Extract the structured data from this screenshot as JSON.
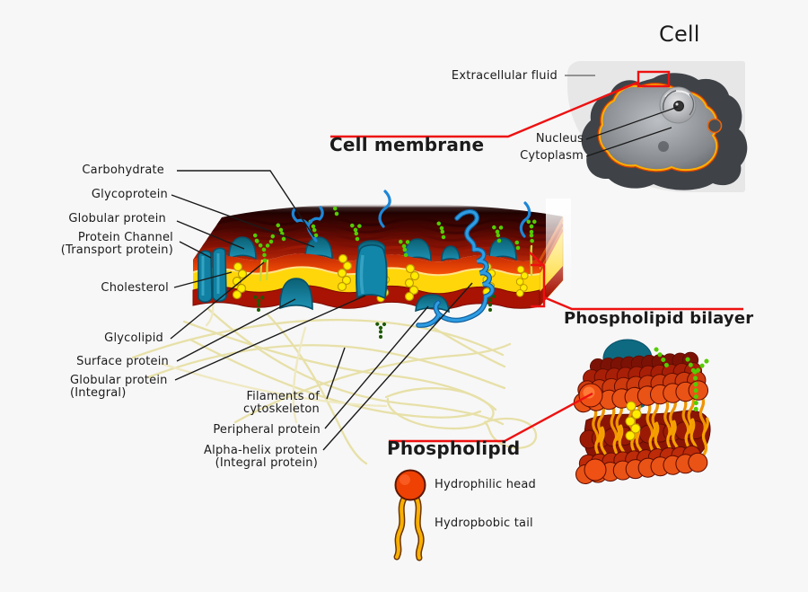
{
  "cell_inset": {
    "title": "Cell",
    "extracellular_fluid": "Extracellular fluid",
    "nucleus": "Nucleus",
    "cytoplasm": "Cytoplasm"
  },
  "headings": {
    "cell_membrane": "Cell membrane",
    "phospholipid_bilayer": "Phospholipid bilayer",
    "phospholipid": "Phospholipid"
  },
  "membrane_labels": {
    "carbohydrate": "Carbohydrate",
    "glycoprotein": "Glycoprotein",
    "globular_protein": "Globular protein",
    "protein_channel": "Protein Channel",
    "protein_channel_sub": "(Transport protein)",
    "cholesterol": "Cholesterol",
    "glycolipid": "Glycolipid",
    "surface_protein": "Surface protein",
    "globular_protein_integral": "Globular protein",
    "globular_protein_integral_sub": "(Integral)",
    "filaments_line1": "Filaments of",
    "filaments_line2": "cytoskeleton",
    "peripheral_protein": "Peripheral protein",
    "alpha_helix_protein": "Alpha-helix protein",
    "alpha_helix_protein_sub": "(Integral protein)"
  },
  "phospholipid_parts": {
    "head": "Hydrophilic head",
    "tail": "Hydropbobic tail"
  },
  "colors": {
    "background": "#f7f7f7",
    "panel_gray": "#e7e7e8",
    "callout_red": "#ee1111",
    "leader_black": "#1a1a1a",
    "membrane_yellow": "#ffd60a",
    "membrane_orange_red": "#e83a05",
    "membrane_dark_red": "#a81303",
    "protein_teal": "#1180a2",
    "carbohydrate_blue": "#1d86d6",
    "glycolipid_green": "#55cc00",
    "glycolipid_dark_green": "#1c5a02",
    "cholesterol_yellow": "#ffec00",
    "filament_cream": "#e7e0a8",
    "phospholipid_head_orange": "#ee4103",
    "phospholipid_tail_gold": "#f9b000",
    "cell_membrane_orange": "#f5a623"
  }
}
